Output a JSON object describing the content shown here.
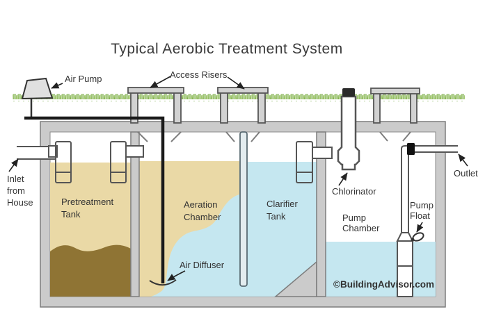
{
  "title": "Typical Aerobic Treatment System",
  "labels": {
    "air_pump": "Air Pump",
    "access_risers": "Access Risers",
    "inlet": [
      "Inlet",
      "from",
      "House"
    ],
    "pretreatment_tank": [
      "Pretreatment",
      "Tank"
    ],
    "aeration_chamber": [
      "Aeration",
      "Chamber"
    ],
    "clarifier_tank": [
      "Clarifier",
      "Tank"
    ],
    "air_diffuser": "Air Diffuser",
    "chlorinator": "Chlorinator",
    "pump_chamber": [
      "Pump",
      "Chamber"
    ],
    "pump_float": [
      "Pump",
      "Float"
    ],
    "outlet": "Outlet",
    "copyright": "©BuildingAdvisor.com"
  },
  "colors": {
    "tank_wall": "#cbcbcb",
    "wall_outline": "#7d7d7d",
    "pretreat_liquid": "#ead9a6",
    "sludge": "#8f7434",
    "water_blue": "#c5e7f0",
    "grass_green": "#7fb14c",
    "grass_green_light": "#a3c86e",
    "pipe_black": "#1a1a1a",
    "outline_dark": "#555555",
    "label_text": "#333333",
    "brand_red": "#d9534f"
  }
}
